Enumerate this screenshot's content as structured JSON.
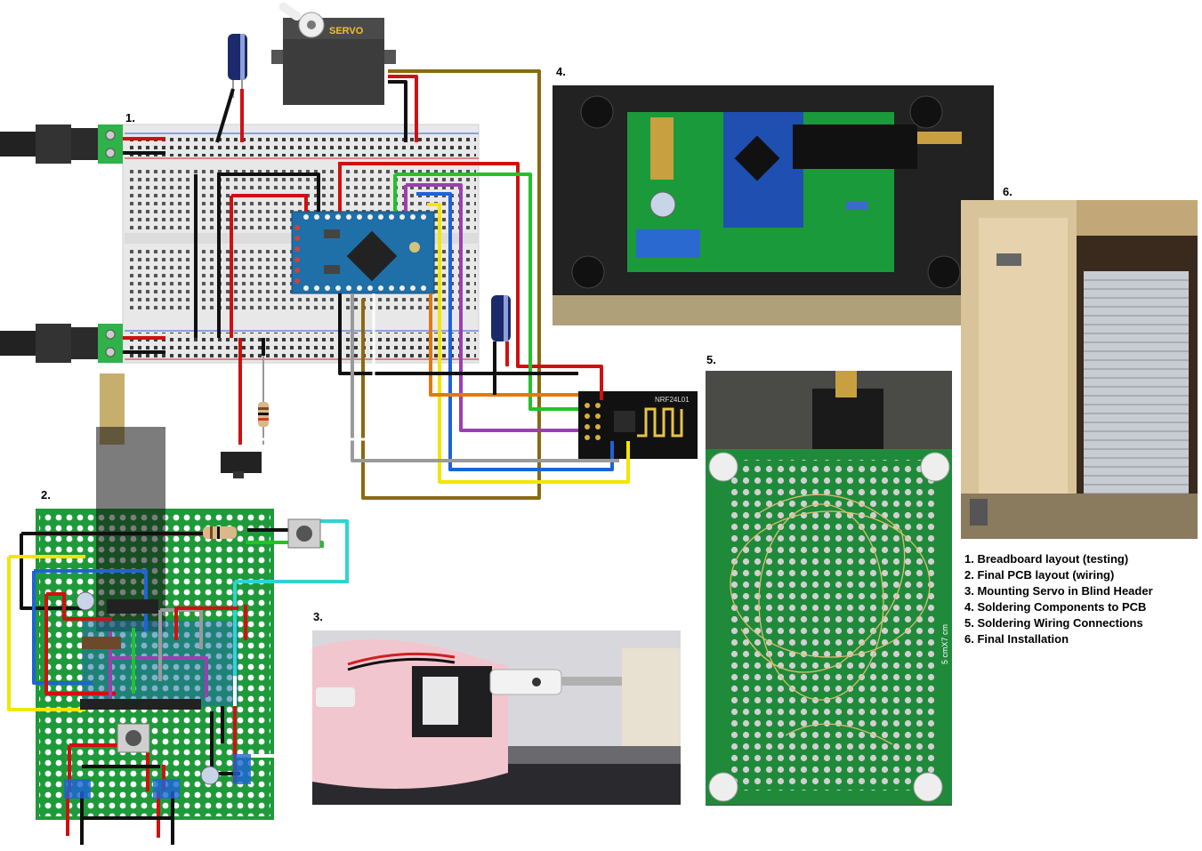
{
  "panels": {
    "p1": {
      "number": "1."
    },
    "p2": {
      "number": "2."
    },
    "p3": {
      "number": "3."
    },
    "p4": {
      "number": "4."
    },
    "p5": {
      "number": "5."
    },
    "p6": {
      "number": "6."
    }
  },
  "labels": {
    "servo": "SERVO",
    "radio_module": "NRF24L01",
    "board_size": "5 cmX7 cm"
  },
  "legend": [
    "1. Breadboard layout (testing)",
    "2. Final PCB layout (wiring)",
    "3. Mounting Servo in Blind Header",
    "4. Soldering Components to PCB",
    "5. Soldering Wiring Connections",
    "6. Final Installation"
  ],
  "colors": {
    "pcb_green": "#1f9a3a",
    "arduino_blue": "#1f6fa8",
    "wire_red": "#d01010",
    "wire_black": "#111111",
    "wire_yellow": "#f2e600",
    "wire_blue": "#1d63d8",
    "wire_green": "#22c22a",
    "wire_purple": "#9b3fb0",
    "wire_orange": "#e07a10",
    "wire_brown": "#8a6a12",
    "wire_gray": "#9a9a9a",
    "wire_cyan": "#2fd4d0"
  }
}
